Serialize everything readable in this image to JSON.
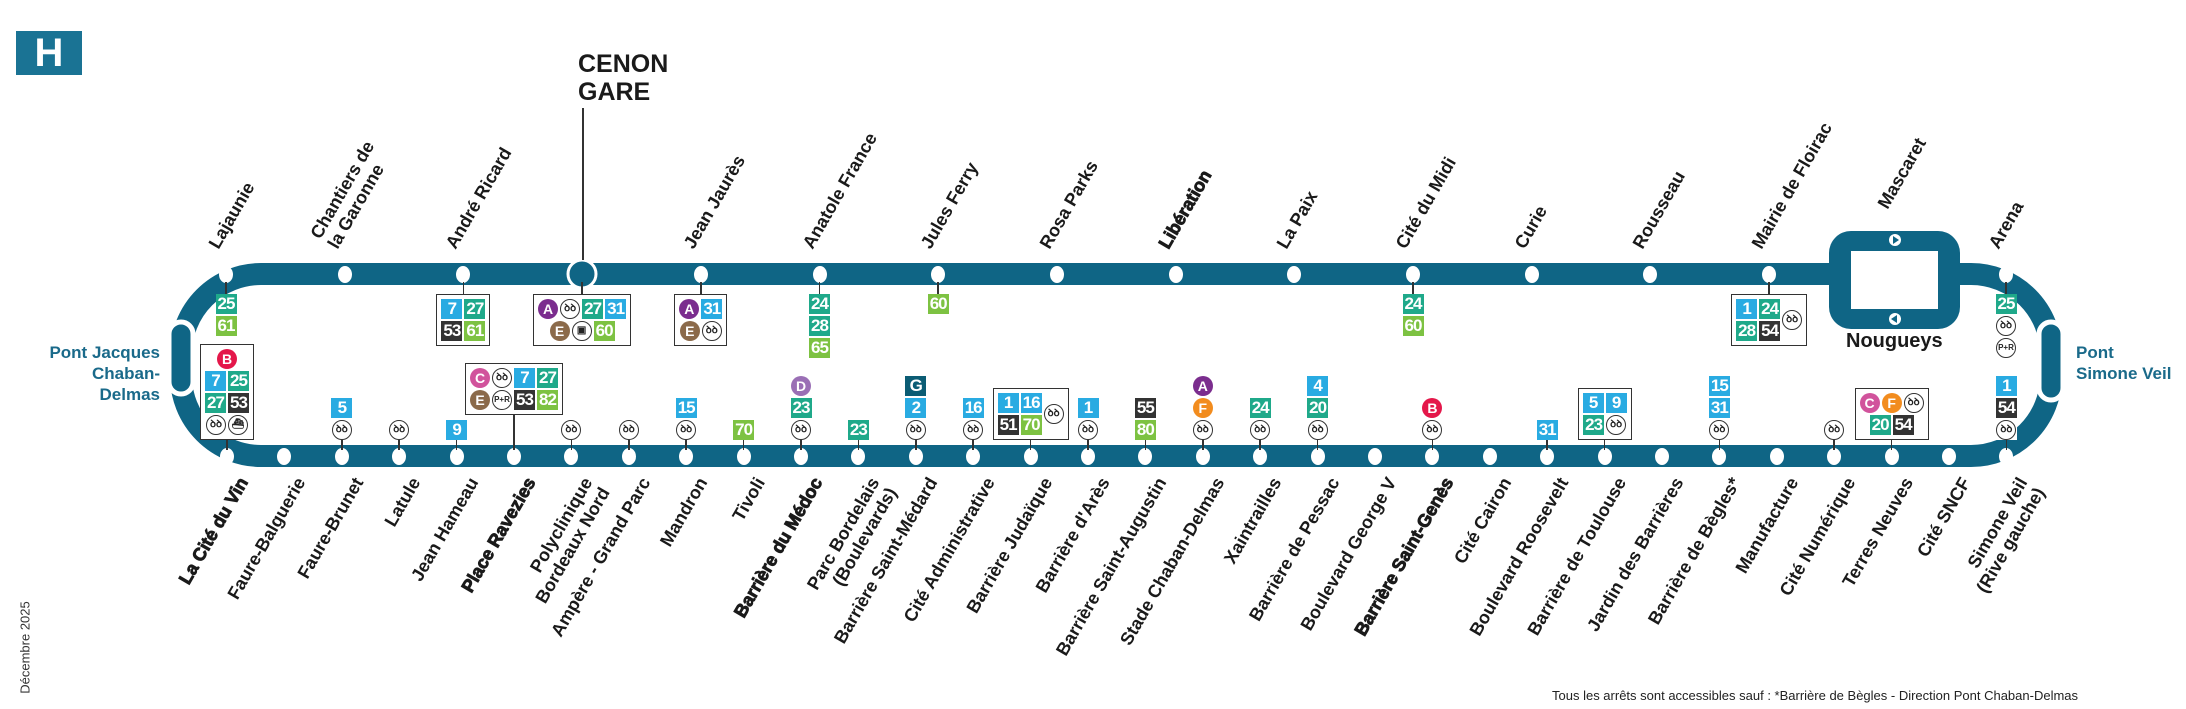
{
  "line": {
    "name": "H",
    "color": "#0f6585"
  },
  "terminus": {
    "title": "CENON\nGARE"
  },
  "bridges": {
    "left": "Pont Jacques\nChaban-Delmas",
    "right": "Pont\nSimone Veil"
  },
  "nougueys": {
    "name": "Nougueys"
  },
  "date": "Décembre 2025",
  "footnote": "Tous les arrêts sont accessibles sauf : *Barrière de Bègles - Direction Pont Chaban-Delmas",
  "colors": {
    "A": "#7b2d8e",
    "B": "#e4174a",
    "C": "#d1539c",
    "D": "#9a6fb5",
    "E": "#8b6a4a",
    "F": "#f28c1e",
    "G": "#0b5c74",
    "1": "#29abe2",
    "2": "#29abe2",
    "4": "#29abe2",
    "5": "#29abe2",
    "7": "#29abe2",
    "9": "#29abe2",
    "15": "#29abe2",
    "16": "#29abe2",
    "31": "#29abe2",
    "20": "#1fa98a",
    "23": "#1fa98a",
    "24": "#1fa98a",
    "25": "#1fa98a",
    "27": "#1fa98a",
    "28": "#1fa98a",
    "60": "#7dc242",
    "61": "#7dc242",
    "65": "#7dc242",
    "70": "#7dc242",
    "80": "#7dc242",
    "82": "#7dc242",
    "51": "#333333",
    "53": "#333333",
    "54": "#333333",
    "55": "#333333"
  },
  "top_stops": [
    {
      "name": "Lajaunie",
      "conn": {
        "rows": [
          [
            "25"
          ],
          [
            "61"
          ]
        ]
      }
    },
    {
      "name": "Chantiers de\nla Garonne"
    },
    {
      "name": "André Ricard",
      "conn": {
        "boxed": true,
        "rows": [
          [
            "7",
            "27"
          ],
          [
            "53",
            "61"
          ]
        ]
      }
    },
    {
      "name": "",
      "terminus": true,
      "conn": {
        "boxed": true,
        "rows": [
          [
            "A",
            "bike",
            "27",
            "31"
          ],
          [
            "E",
            "tram",
            "60"
          ]
        ]
      }
    },
    {
      "name": "Jean Jaurès",
      "conn": {
        "boxed": true,
        "rows": [
          [
            "A",
            "31"
          ],
          [
            "E",
            "bike"
          ]
        ]
      }
    },
    {
      "name": "Anatole France",
      "conn": {
        "rows": [
          [
            "24"
          ],
          [
            "28"
          ],
          [
            "65"
          ]
        ]
      }
    },
    {
      "name": "Jules Ferry",
      "conn": {
        "rows": [
          [
            "60"
          ]
        ]
      }
    },
    {
      "name": "Rosa Parks"
    },
    {
      "name": "Libération",
      "heavy": true
    },
    {
      "name": "La Paix"
    },
    {
      "name": "Cité du Midi",
      "conn": {
        "rows": [
          [
            "24"
          ],
          [
            "60"
          ]
        ]
      }
    },
    {
      "name": "Curie"
    },
    {
      "name": "Rousseau"
    },
    {
      "name": "Mairie de Floirac",
      "conn": {
        "boxed": true,
        "rows": [
          [
            "1",
            "24"
          ],
          [
            "28",
            "54"
          ]
        ],
        "side": [
          "bike"
        ]
      }
    },
    {
      "name": "Mascaret",
      "nougueys": true
    },
    {
      "name": "Arena",
      "conn": {
        "rows": [
          [
            "25"
          ],
          [
            "bike"
          ],
          [
            "pr"
          ]
        ]
      }
    }
  ],
  "bottom_stops": [
    {
      "name": "La Cité du Vin",
      "heavy": true,
      "conn": {
        "boxed": true,
        "rows": [
          [
            "B"
          ],
          [
            "7",
            "25"
          ],
          [
            "27",
            "53"
          ],
          [
            "bike",
            "boat"
          ]
        ]
      }
    },
    {
      "name": "Faure-Balguerie"
    },
    {
      "name": "Faure-Brunet",
      "conn": {
        "rows": [
          [
            "5"
          ],
          [
            "bike"
          ]
        ]
      }
    },
    {
      "name": "Latule",
      "conn": {
        "rows": [
          [
            "bike"
          ]
        ]
      }
    },
    {
      "name": "Jean Hameau",
      "conn": {
        "rows": [
          [
            "9"
          ]
        ]
      }
    },
    {
      "name": "Place Ravezies",
      "heavy": true,
      "conn": {
        "boxed": true,
        "lift": true,
        "rows": [
          [
            "C",
            "bike",
            "7",
            "27"
          ],
          [
            "E",
            "pr",
            "53",
            "82"
          ]
        ]
      }
    },
    {
      "name": "Polyclinique\nBordeaux Nord",
      "conn": {
        "rows": [
          [
            "bike"
          ]
        ]
      }
    },
    {
      "name": "Ampère - Grand Parc",
      "conn": {
        "rows": [
          [
            "bike"
          ]
        ]
      }
    },
    {
      "name": "Mandron",
      "conn": {
        "rows": [
          [
            "15"
          ],
          [
            "bike"
          ]
        ]
      }
    },
    {
      "name": "Tivoli",
      "conn": {
        "rows": [
          [
            "70"
          ]
        ]
      }
    },
    {
      "name": "Barrière du Médoc",
      "heavy": true,
      "conn": {
        "rows": [
          [
            "D"
          ],
          [
            "23"
          ],
          [
            "bike"
          ]
        ]
      }
    },
    {
      "name": "Parc Bordelais\n(Boulevards)",
      "conn": {
        "rows": [
          [
            "23"
          ]
        ]
      }
    },
    {
      "name": "Barrière Saint-Médard",
      "conn": {
        "rows": [
          [
            "G"
          ],
          [
            "2"
          ],
          [
            "bike"
          ]
        ]
      }
    },
    {
      "name": "Cité Administrative",
      "conn": {
        "rows": [
          [
            "16"
          ],
          [
            "bike"
          ]
        ]
      }
    },
    {
      "name": "Barrière Judaïque",
      "conn": {
        "boxed": true,
        "rows": [
          [
            "1",
            "16"
          ],
          [
            "51",
            "70"
          ]
        ],
        "side": [
          "bike"
        ]
      }
    },
    {
      "name": "Barrière d'Arès",
      "conn": {
        "rows": [
          [
            "1"
          ],
          [
            "bike"
          ]
        ]
      }
    },
    {
      "name": "Barrière Saint-Augustin",
      "conn": {
        "rows": [
          [
            "55"
          ],
          [
            "80"
          ]
        ]
      }
    },
    {
      "name": "Stade Chaban-Delmas",
      "conn": {
        "rows": [
          [
            "A"
          ],
          [
            "F"
          ],
          [
            "bike"
          ]
        ]
      }
    },
    {
      "name": "Xaintrailles",
      "conn": {
        "rows": [
          [
            "24"
          ],
          [
            "bike"
          ]
        ]
      }
    },
    {
      "name": "Barrière de Pessac",
      "conn": {
        "rows": [
          [
            "4"
          ],
          [
            "20"
          ],
          [
            "bike"
          ]
        ]
      }
    },
    {
      "name": "Boulevard George V"
    },
    {
      "name": "Barrière Saint-Genès",
      "heavy": true,
      "conn": {
        "rows": [
          [
            "B"
          ],
          [
            "bike"
          ]
        ]
      }
    },
    {
      "name": "Cité Cairon"
    },
    {
      "name": "Boulevard Roosevelt",
      "conn": {
        "rows": [
          [
            "31"
          ]
        ]
      }
    },
    {
      "name": "Barrière de Toulouse",
      "conn": {
        "boxed": true,
        "rows": [
          [
            "5",
            "9"
          ],
          [
            "23",
            "bike"
          ]
        ]
      }
    },
    {
      "name": "Jardin des Barrières"
    },
    {
      "name": "Barrière de Bègles*",
      "conn": {
        "rows": [
          [
            "15"
          ],
          [
            "31"
          ],
          [
            "bike"
          ]
        ]
      }
    },
    {
      "name": "Manufacture"
    },
    {
      "name": "Cité Numérique",
      "conn": {
        "rows": [
          [
            "bike"
          ]
        ]
      }
    },
    {
      "name": "Terres Neuves",
      "conn": {
        "boxed": true,
        "rows": [
          [
            "C",
            "F",
            "bike"
          ],
          [
            "20",
            "54"
          ]
        ]
      }
    },
    {
      "name": "Cité SNCF"
    },
    {
      "name": "Simone Veil\n(Rive gauche)",
      "conn": {
        "rows": [
          [
            "1"
          ],
          [
            "54"
          ],
          [
            "bike"
          ]
        ]
      }
    }
  ],
  "pictos": {
    "bike": "ꝺꝺ",
    "boat": "⛴",
    "pr": "P+R",
    "tram": "▣"
  }
}
